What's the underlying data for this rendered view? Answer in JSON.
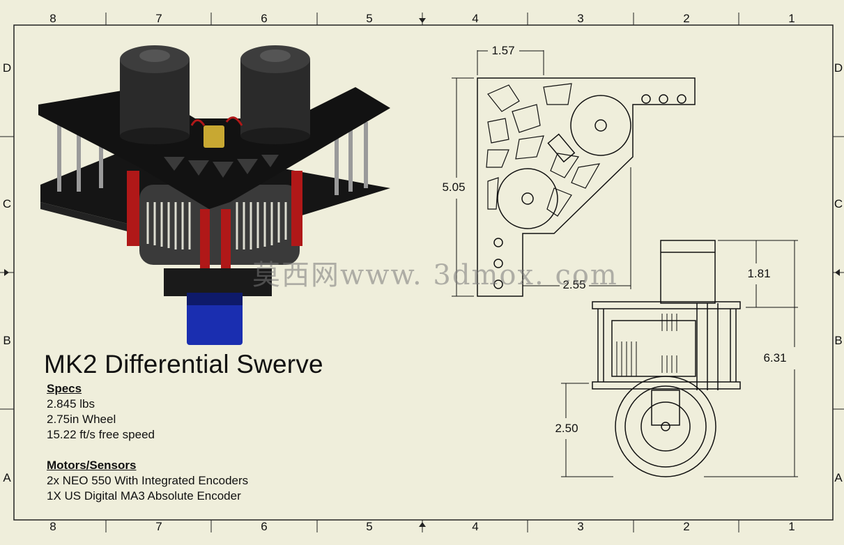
{
  "border": {
    "columns": [
      "8",
      "7",
      "6",
      "5",
      "4",
      "3",
      "2",
      "1"
    ],
    "rows": [
      "D",
      "C",
      "B",
      "A"
    ]
  },
  "title": "MK2 Differential Swerve",
  "specs": {
    "heading": "Specs",
    "lines": [
      "2.845 lbs",
      "2.75in Wheel",
      "15.22 ft/s free speed"
    ]
  },
  "motors": {
    "heading": "Motors/Sensors",
    "lines": [
      "2x NEO 550 With Integrated Encoders",
      "1X US Digital MA3 Absolute Encoder"
    ]
  },
  "dimensions": {
    "top_width": "1.57",
    "height": "5.05",
    "span": "2.55",
    "motor_height": "1.81",
    "total_height": "6.31",
    "wheel_height": "2.50"
  },
  "watermark": "莫西网www. 3dmox. com",
  "colors": {
    "background": "#efeedb",
    "frame": "#1a1a1a",
    "accent_red": "#b01818",
    "accent_blue": "#1a2eb0",
    "accent_gold": "#c8a832"
  }
}
